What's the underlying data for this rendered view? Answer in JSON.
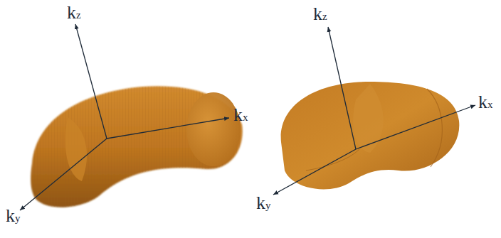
{
  "diagram": {
    "labels": [
      "kz",
      "kx",
      "ky",
      "kz",
      "kx",
      "ky"
    ]
  }
}
